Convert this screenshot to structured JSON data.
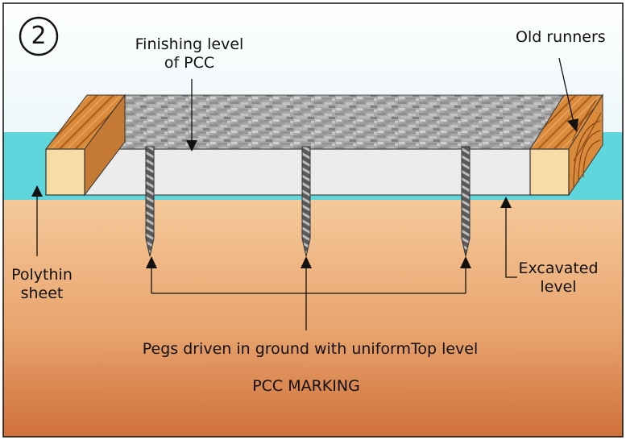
{
  "step_number": "2",
  "labels": {
    "finishing_level_line1": "Finishing level",
    "finishing_level_line2": "of PCC",
    "old_runners": "Old runners",
    "polythin_line1": "Polythin",
    "polythin_line2": "sheet",
    "excavated_line1": "Excavated",
    "excavated_line2": "level",
    "pegs": "Pegs driven in ground with uniformTop level",
    "title": "PCC MARKING"
  },
  "colors": {
    "sky": "#f7fbfd",
    "water_band": "#5ed6dc",
    "ground_top": "#f5c99a",
    "ground_bottom": "#d0703a",
    "slab_side": "#ececec",
    "runner_end": "#f7dca6",
    "wood": "#d98a3a",
    "peg": "#555555"
  },
  "peg_count": 3
}
